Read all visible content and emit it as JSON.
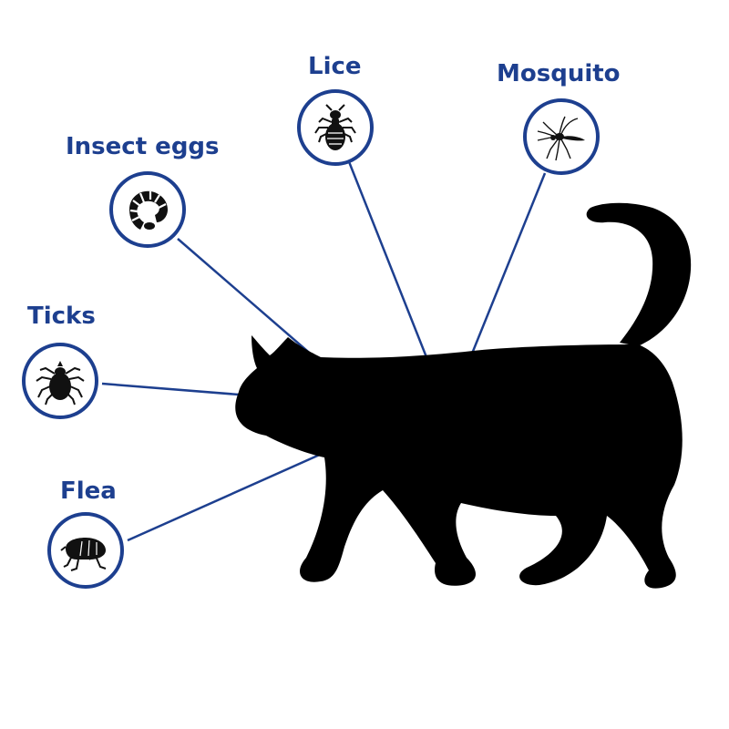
{
  "colors": {
    "accent": "#1d3f8f",
    "silhouette": "#000000",
    "background": "#ffffff"
  },
  "parasites": [
    {
      "id": "lice",
      "label": "Lice",
      "icon": "louse-icon"
    },
    {
      "id": "mosquito",
      "label": "Mosquito",
      "icon": "mosquito-icon"
    },
    {
      "id": "insect-eggs",
      "label": "Insect eggs",
      "icon": "larva-icon"
    },
    {
      "id": "ticks",
      "label": "Ticks",
      "icon": "tick-icon"
    },
    {
      "id": "flea",
      "label": "Flea",
      "icon": "flea-icon"
    }
  ],
  "illustration": {
    "subject": "cat-silhouette-icon"
  }
}
